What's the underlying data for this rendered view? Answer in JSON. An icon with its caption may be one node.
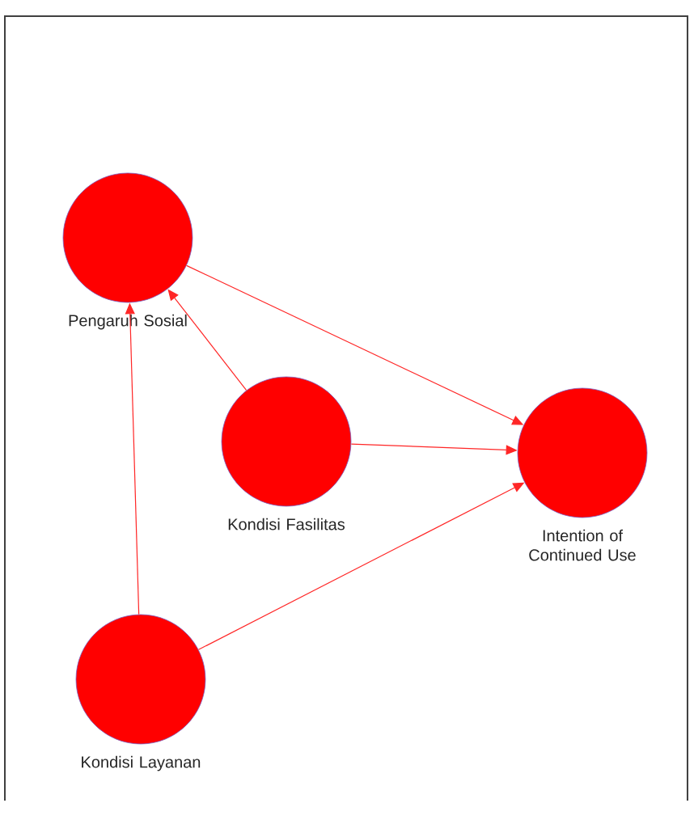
{
  "diagram": {
    "nodes": [
      {
        "text": [
          "Pengaruh Sosial"
        ]
      },
      {
        "text": [
          "Kondisi Fasilitas"
        ]
      },
      {
        "text": [
          "Intention of Continued Use"
        ]
      },
      {
        "text": [
          "Kondisi Layanan"
        ]
      }
    ],
    "edges": [
      {
        "from": 0,
        "to": 2,
        "arrow": "to"
      },
      {
        "from": 1,
        "to": 0,
        "arrow": "to"
      },
      {
        "from": 1,
        "to": 2,
        "arrow": "to"
      },
      {
        "from": 3,
        "to": 0,
        "arrow": "to"
      },
      {
        "from": 3,
        "to": 2,
        "arrow": "to"
      }
    ]
  }
}
